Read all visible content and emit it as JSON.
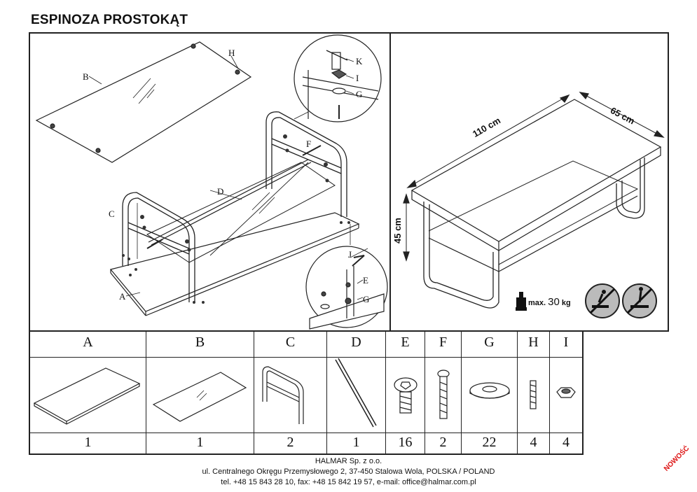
{
  "title": "ESPINOZA PROSTOKĄT",
  "assembly_labels": {
    "A": "A",
    "B": "B",
    "C": "C",
    "D": "D",
    "E": "E",
    "F": "F",
    "G": "G",
    "H": "H",
    "I": "I",
    "J": "J",
    "K": "K"
  },
  "dimensions": {
    "length": "110 cm",
    "width": "65 cm",
    "height": "45 cm"
  },
  "load": {
    "prefix": "max.",
    "value": "30",
    "unit": "kg"
  },
  "parts": [
    {
      "letter": "A",
      "qty": "1"
    },
    {
      "letter": "B",
      "qty": "1"
    },
    {
      "letter": "C",
      "qty": "2"
    },
    {
      "letter": "D",
      "qty": "1"
    },
    {
      "letter": "E",
      "qty": "16"
    },
    {
      "letter": "F",
      "qty": "2"
    },
    {
      "letter": "G",
      "qty": "22"
    },
    {
      "letter": "H",
      "qty": "4"
    },
    {
      "letter": "I",
      "qty": "4"
    }
  ],
  "footer": {
    "line1": "HALMAR Sp. z o.o.",
    "line2": "ul. Centralnego Okręgu Przemysłowego 2, 37-450 Stalowa Wola, POLSKA / POLAND",
    "line3": "tel. +48 15 843 28 10, fax: +48 15 842 19 57, e-mail: office@halmar.com.pl"
  },
  "badge": "NOWOŚĆ"
}
